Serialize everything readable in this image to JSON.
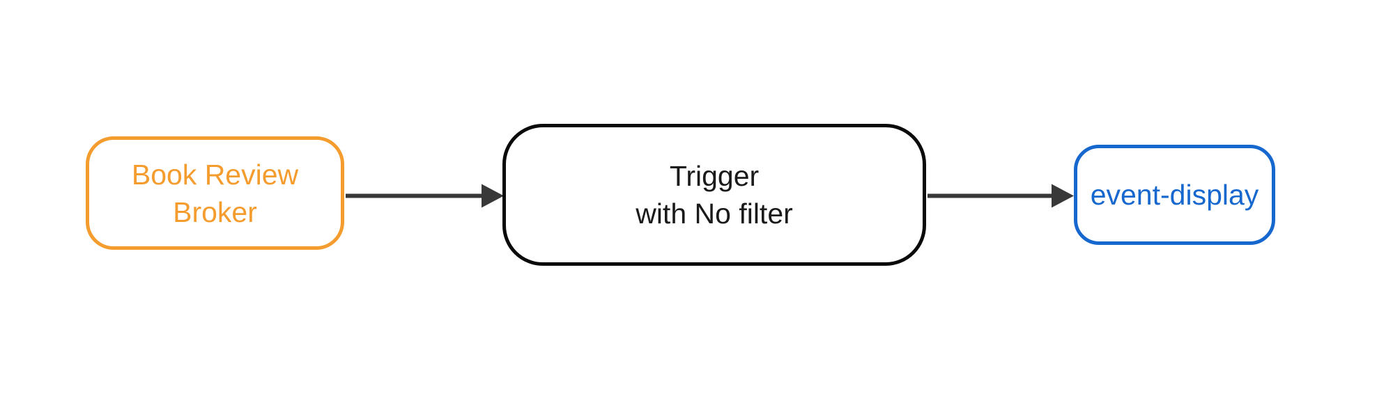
{
  "diagram": {
    "type": "flowchart-left-to-right",
    "background": "#ffffff",
    "nodes": [
      {
        "id": "book-review-broker",
        "label": "Book Review\nBroker",
        "shape": "rounded-rect",
        "border_color": "#F49C2E",
        "text_color": "#F49C2E",
        "fill": "#ffffff"
      },
      {
        "id": "trigger",
        "label": "Trigger\nwith No filter",
        "shape": "rounded-rect",
        "border_color": "#0A0A0A",
        "text_color": "#1A1A1A",
        "fill": "#ffffff"
      },
      {
        "id": "event-display",
        "label": "event-display",
        "shape": "rounded-rect",
        "border_color": "#1667CE",
        "text_color": "#1667CE",
        "fill": "#ffffff"
      }
    ],
    "edges": [
      {
        "from": "book-review-broker",
        "to": "trigger",
        "style": "solid-line-filled-arrowhead",
        "color": "#383838"
      },
      {
        "from": "trigger",
        "to": "event-display",
        "style": "solid-line-filled-arrowhead",
        "color": "#383838"
      }
    ]
  }
}
